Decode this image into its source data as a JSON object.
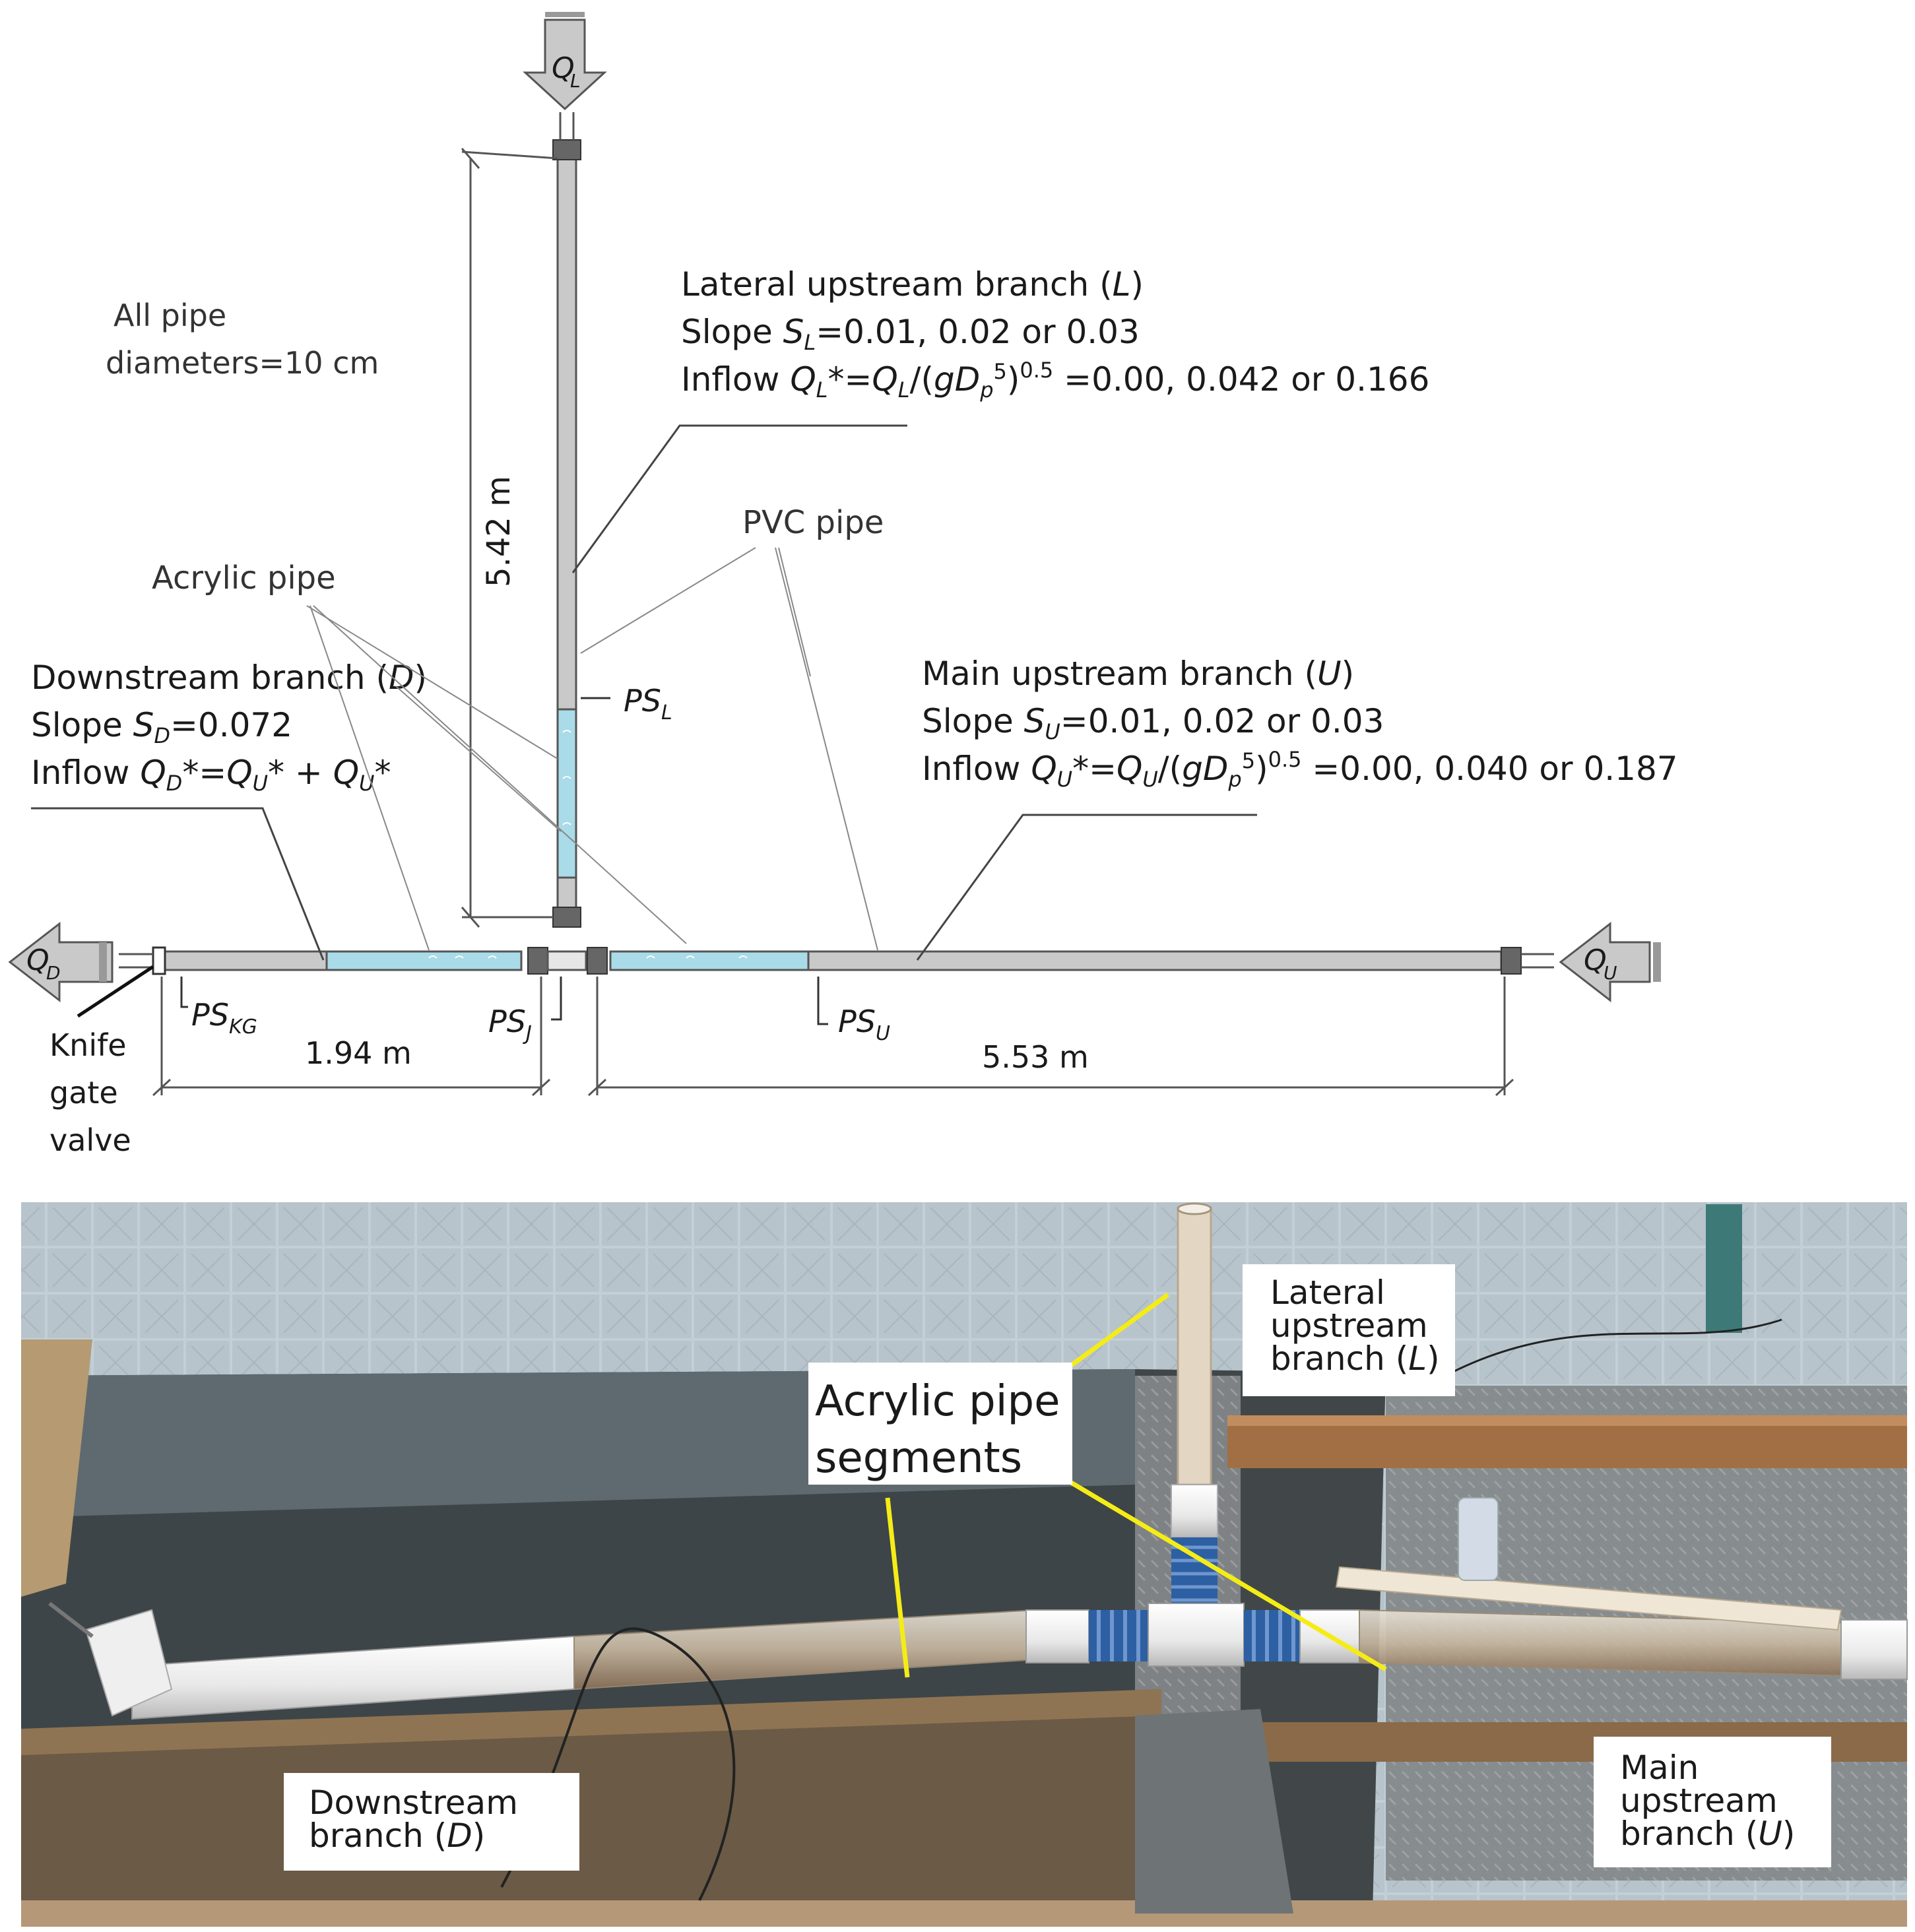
{
  "diagram": {
    "flows": {
      "q_l": {
        "main": "Q",
        "sub": "L"
      },
      "q_d": {
        "main": "Q",
        "sub": "D"
      },
      "q_u": {
        "main": "Q",
        "sub": "U"
      }
    },
    "note": {
      "line1": "All pipe",
      "line2": "diameters=10 cm"
    },
    "lateral_branch": {
      "title_prefix": "Lateral upstream branch (",
      "title_var": "L",
      "title_suffix": ")",
      "slope_prefix": "Slope ",
      "slope_var": "S",
      "slope_sub": "L",
      "slope_values": "=0.01, 0.02 or 0.03",
      "inflow_prefix": "Inflow ",
      "inflow_var": "Q",
      "inflow_sub": "L",
      "inflow_star": "*=",
      "inflow_var2": "Q",
      "inflow_sub2": "L",
      "inflow_mid": "/(",
      "inflow_gd": "gD",
      "inflow_p": "p",
      "inflow_5": "5",
      "inflow_close": ")",
      "inflow_exp": "0.5",
      "inflow_values": " =0.00, 0.042 or 0.166"
    },
    "main_branch": {
      "title_prefix": "Main upstream branch (",
      "title_var": "U",
      "title_suffix": ")",
      "slope_prefix": "Slope ",
      "slope_var": "S",
      "slope_sub": "U",
      "slope_values": "=0.01, 0.02 or 0.03",
      "inflow_prefix": "Inflow ",
      "inflow_var": "Q",
      "inflow_sub": "U",
      "inflow_star": "*=",
      "inflow_var2": "Q",
      "inflow_sub2": "U",
      "inflow_mid": "/(",
      "inflow_gd": "gD",
      "inflow_p": "p",
      "inflow_5": "5",
      "inflow_close": ")",
      "inflow_exp": "0.5",
      "inflow_values": " =0.00, 0.040 or 0.187"
    },
    "downstream_branch": {
      "title_prefix": "Downstream branch (",
      "title_var": "D",
      "title_suffix": ")",
      "slope_prefix": "Slope ",
      "slope_var": "S",
      "slope_sub": "D",
      "slope_values": "=0.072",
      "inflow_prefix": "Inflow ",
      "inflow_var": "Q",
      "inflow_sub": "D",
      "inflow_star": "*=",
      "inflow_var2": "Q",
      "inflow_sub2": "U",
      "inflow_plus": "* + ",
      "inflow_var3": "Q",
      "inflow_sub3": "U",
      "inflow_end": "*"
    },
    "labels": {
      "pvc_pipe": "PVC pipe",
      "acrylic_pipe": "Acrylic pipe",
      "dim_lateral": "5.42 m",
      "dim_downstream": "1.94 m",
      "dim_main": "5.53 m",
      "knife_gate_1": "Knife",
      "knife_gate_2": "gate",
      "knife_gate_3": "valve"
    },
    "sensors": {
      "ps_l": {
        "main": "PS",
        "sub": "L"
      },
      "ps_kg": {
        "main": "PS",
        "sub": "KG"
      },
      "ps_j": {
        "main": "PS",
        "sub": "J"
      },
      "ps_u": {
        "main": "PS",
        "sub": "U"
      }
    }
  },
  "photo": {
    "lateral": {
      "line1": "Lateral",
      "line2": "upstream",
      "line3_prefix": "branch (",
      "line3_var": "L",
      "line3_suffix": ")"
    },
    "acrylic": {
      "line1": "Acrylic pipe",
      "line2": "segments"
    },
    "downstream": {
      "line1": "Downstream",
      "line2_prefix": "branch (",
      "line2_var": "D",
      "line2_suffix": ")"
    },
    "main": {
      "line1": "Main",
      "line2": "upstream",
      "line3_prefix": "branch (",
      "line3_var": "U",
      "line3_suffix": ")"
    }
  },
  "colors": {
    "pvc": "#c9c9c9",
    "acrylic": "#a9dbe8",
    "coupling": "#555555",
    "callout_yellow": "#f5ec17"
  }
}
